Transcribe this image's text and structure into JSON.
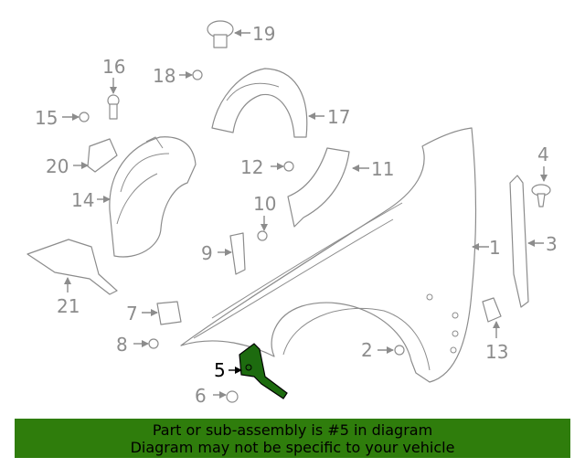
{
  "callouts": [
    "1",
    "2",
    "3",
    "4",
    "5",
    "6",
    "7",
    "8",
    "9",
    "10",
    "11",
    "12",
    "13",
    "14",
    "15",
    "16",
    "17",
    "18",
    "19",
    "20",
    "21"
  ],
  "highlighted_callout": "5",
  "highlight_color": "#2f7d0c",
  "banner": {
    "line1": "Part or sub-assembly is #5 in diagram",
    "line2": "Diagram may not be specific to your vehicle"
  }
}
